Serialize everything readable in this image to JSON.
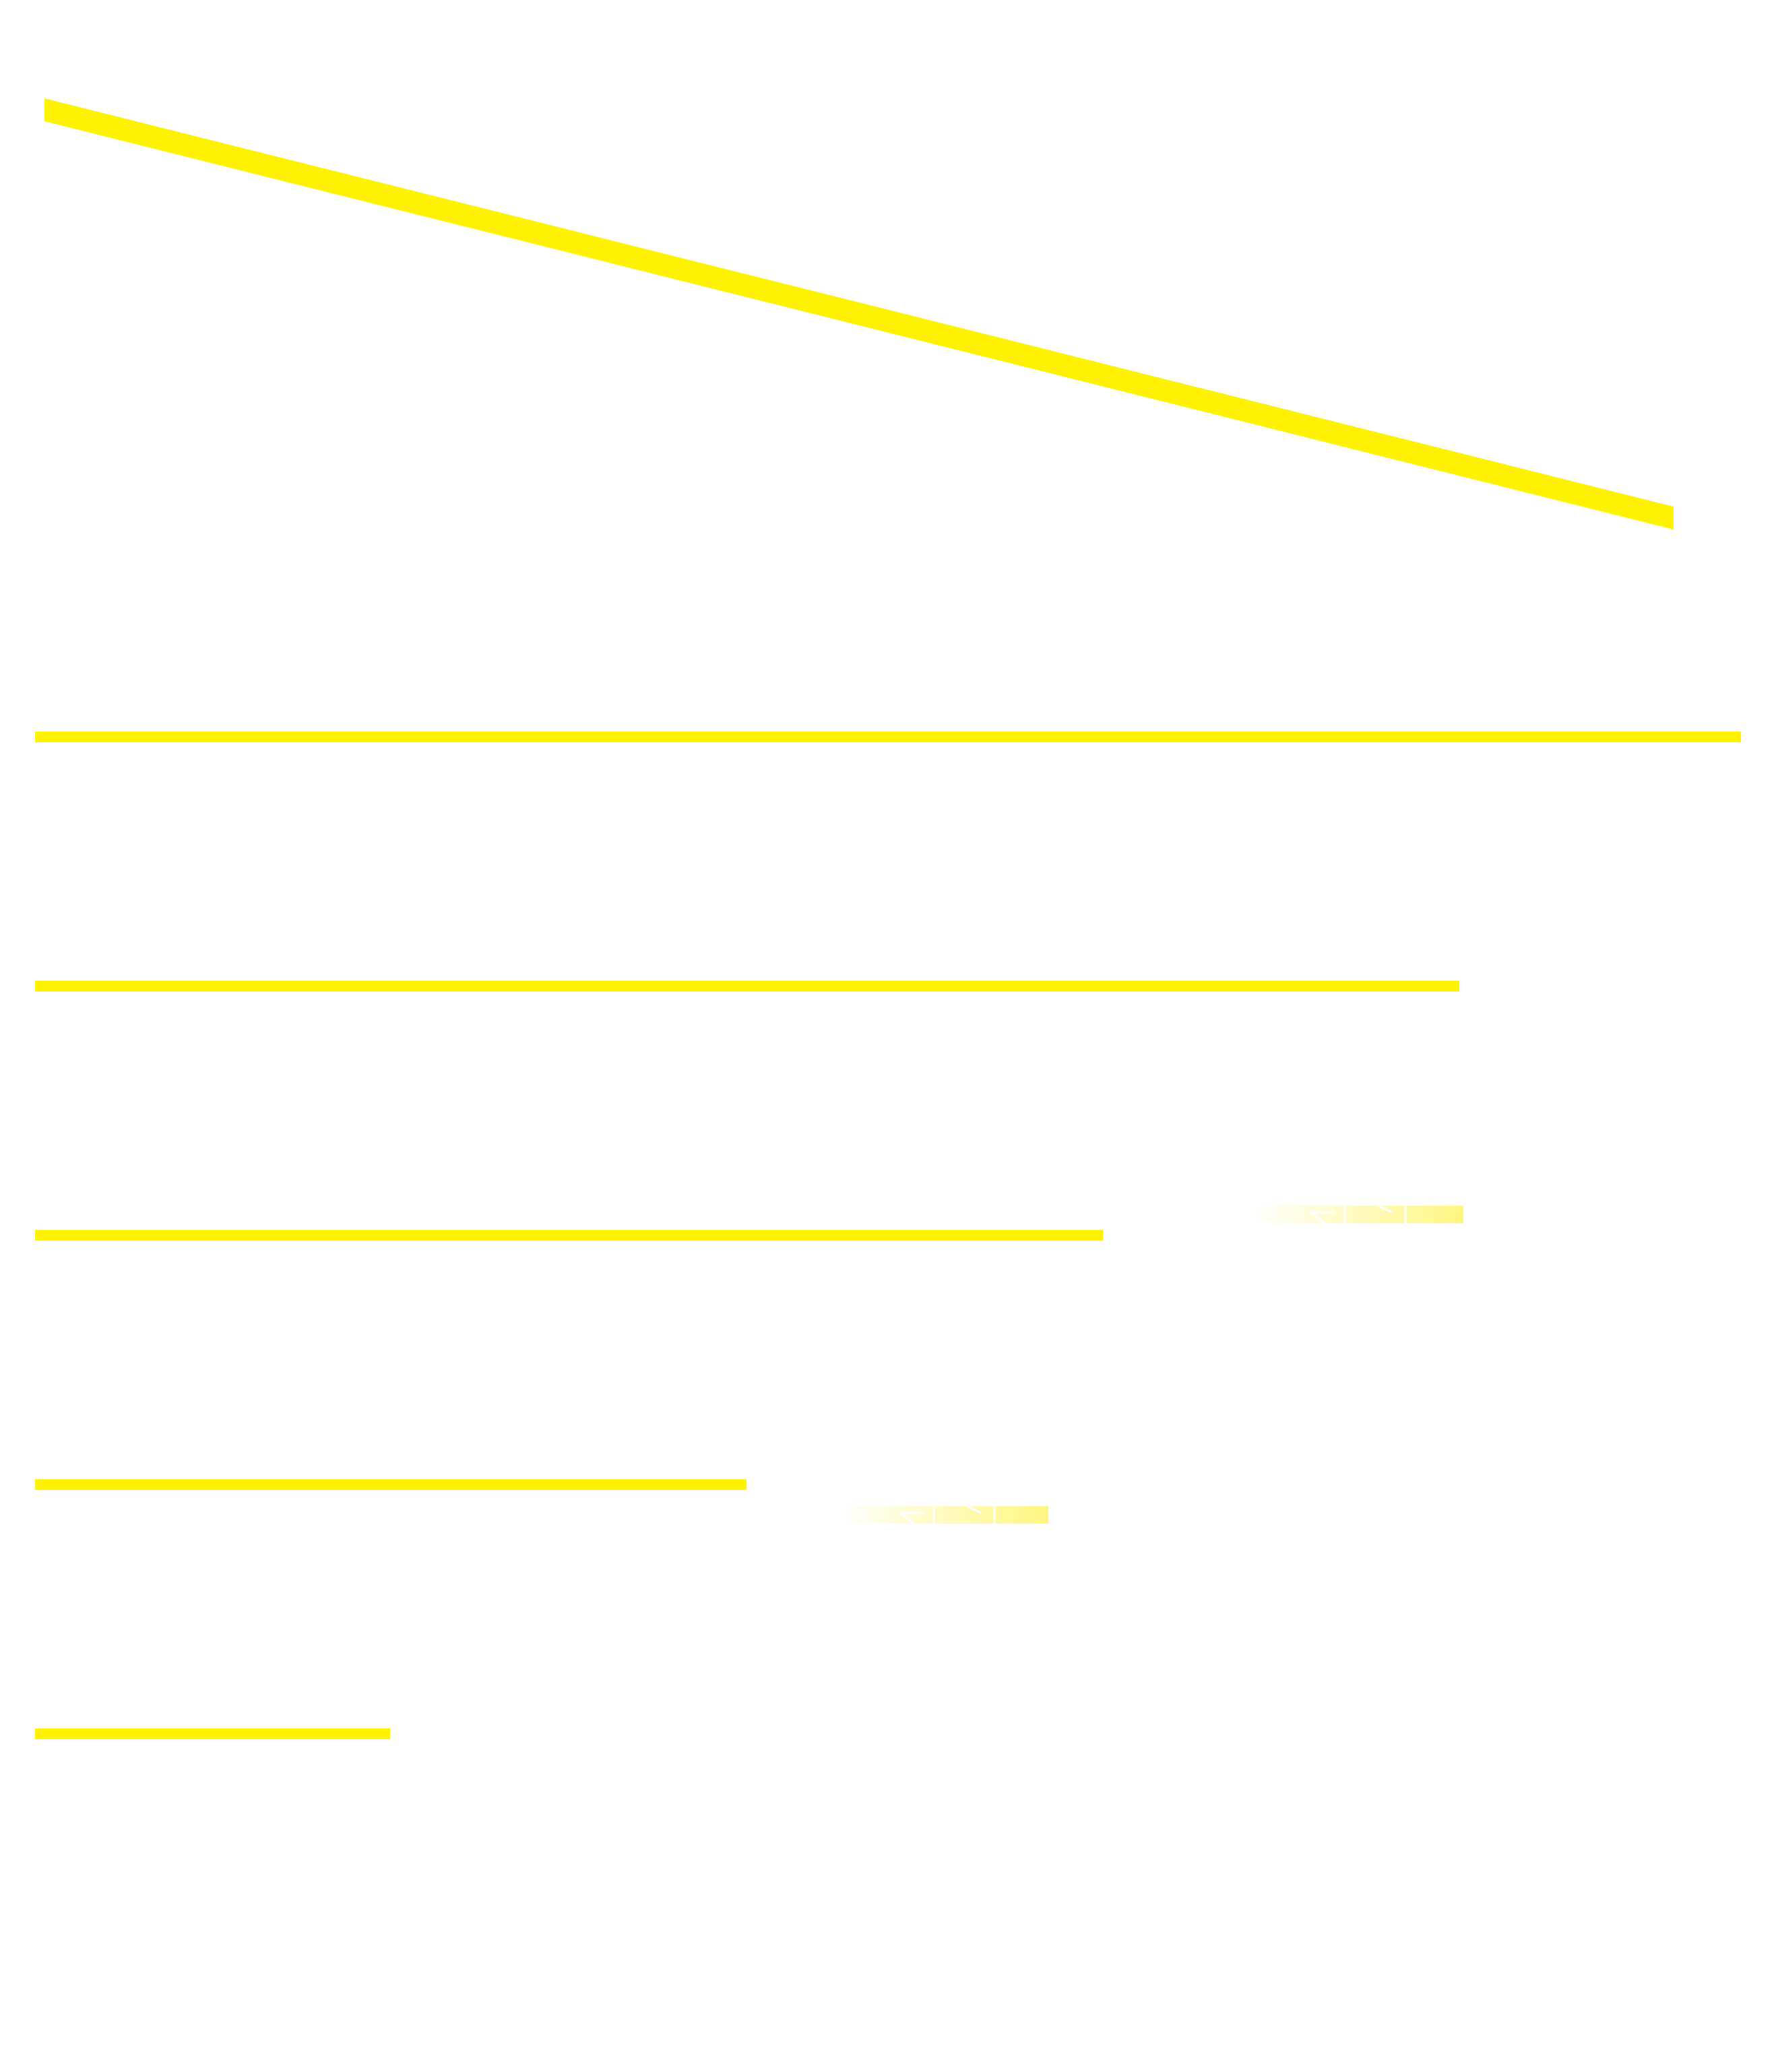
{
  "colors": {
    "background": "#ffffff",
    "highlight": "#fff200",
    "highlight_faint": "#fff680"
  },
  "strokes": [
    {
      "kind": "diagonal-highlight",
      "label": ""
    },
    {
      "kind": "horizontal-highlight",
      "relative_length": 1.0
    },
    {
      "kind": "horizontal-highlight",
      "relative_length": 0.835
    },
    {
      "kind": "horizontal-highlight",
      "relative_length": 0.626
    },
    {
      "kind": "horizontal-highlight",
      "relative_length": 0.417
    },
    {
      "kind": "horizontal-highlight",
      "relative_length": 0.208
    }
  ],
  "fragments": [
    {
      "kind": "faded-highlight-fragment"
    },
    {
      "kind": "faded-highlight-fragment"
    }
  ]
}
